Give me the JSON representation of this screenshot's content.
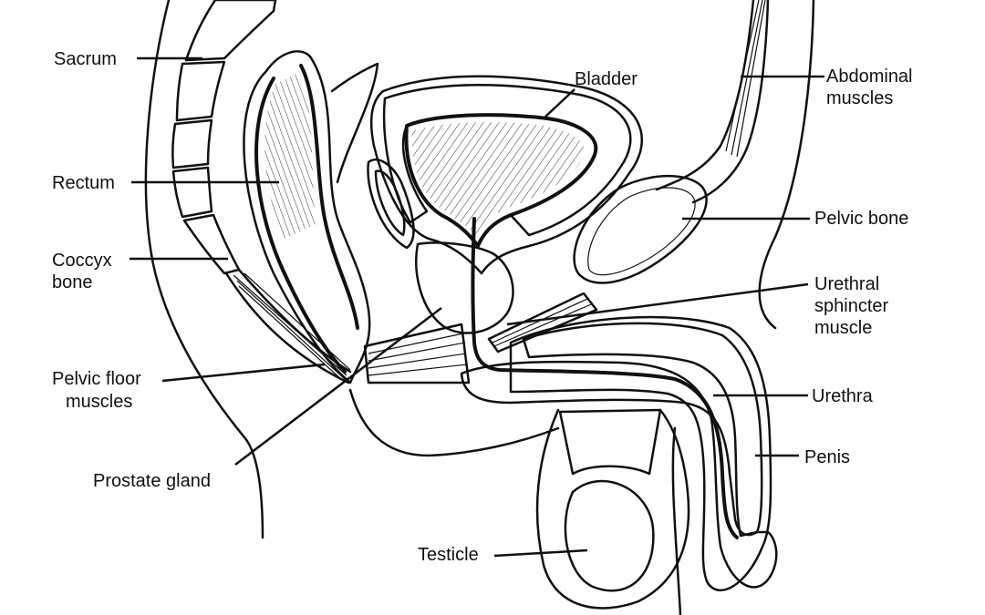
{
  "colors": {
    "ink": "#111111",
    "paper": "#ffffff",
    "stipple": "#555555"
  },
  "labels": {
    "sacrum": "Sacrum",
    "rectum": "Rectum",
    "coccyx_1": "Coccyx",
    "coccyx_2": "bone",
    "pelvic_floor_1": "Pelvic floor",
    "pelvic_floor_2": "muscles",
    "prostate": "Prostate gland",
    "bladder": "Bladder",
    "abdominal_1": "Abdominal",
    "abdominal_2": "muscles",
    "pelvic_bone": "Pelvic bone",
    "sphincter_1": "Urethral",
    "sphincter_2": "sphincter",
    "sphincter_3": "muscle",
    "urethra": "Urethra",
    "penis": "Penis",
    "testicle": "Testicle"
  }
}
